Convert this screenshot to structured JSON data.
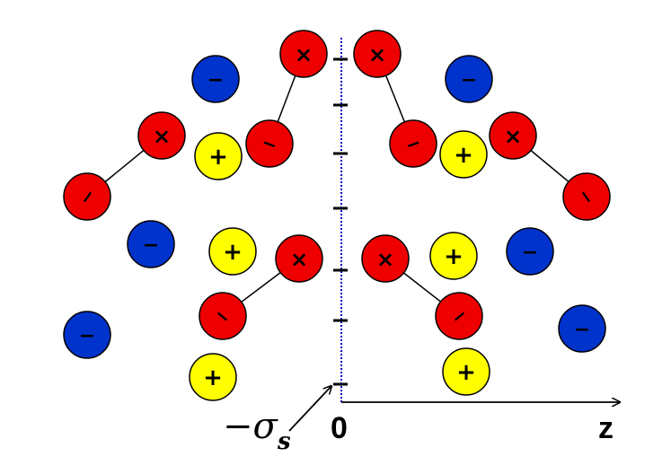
{
  "labels": {
    "origin": "0",
    "z_axis": "z",
    "sigma_prefix": "−σ",
    "sigma_sub": "s"
  },
  "signs": {
    "cation": "+",
    "anion": "−",
    "dipole_head": "×",
    "dipole_tail": "−"
  },
  "colors": {
    "cation": "#ffff00",
    "anion": "#0033cc",
    "dipole": "#ee0000",
    "wall": "#0000cc",
    "axis": "#000000"
  }
}
